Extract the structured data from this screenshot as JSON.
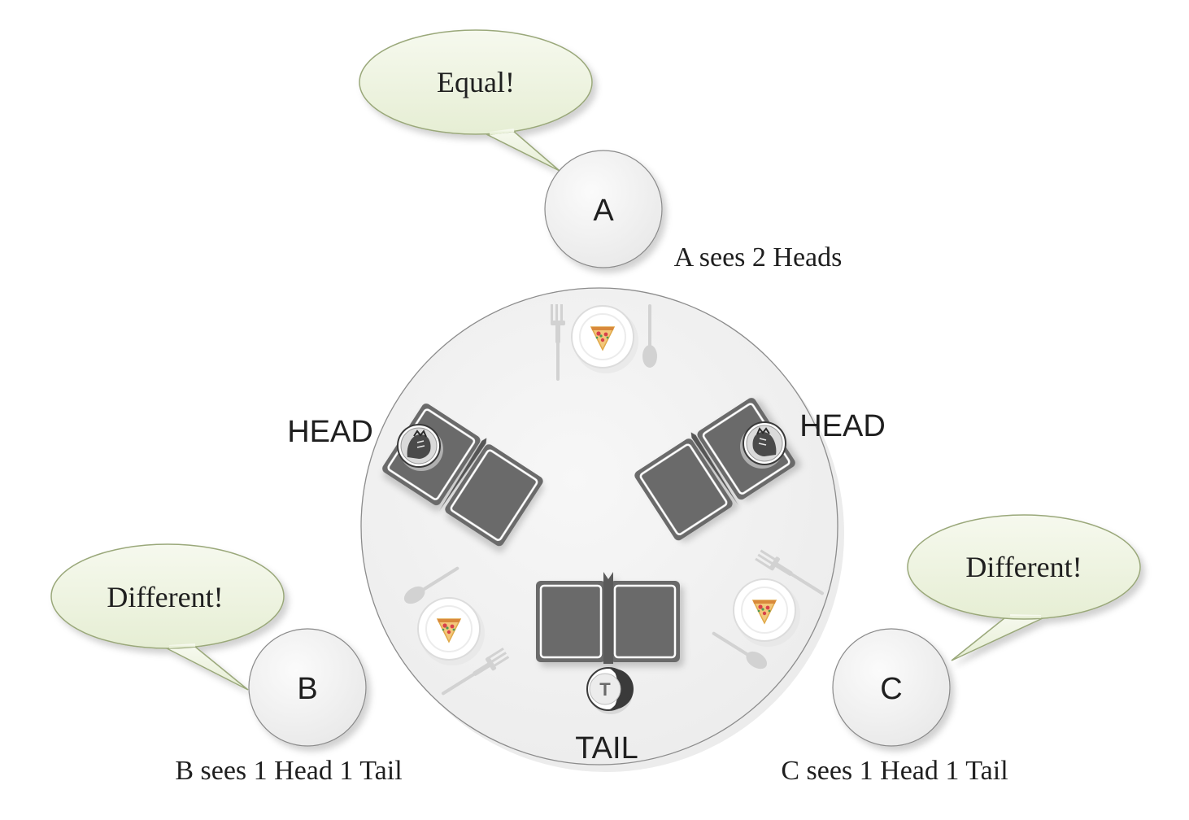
{
  "people": {
    "a": {
      "label": "A",
      "sees": "A sees 2 Heads",
      "speech": "Equal!"
    },
    "b": {
      "label": "B",
      "sees": "B sees 1 Head 1 Tail",
      "speech": "Different!"
    },
    "c": {
      "label": "C",
      "sees": "C sees 1 Head 1 Tail",
      "speech": "Different!"
    }
  },
  "coins": {
    "left": {
      "state": "HEAD"
    },
    "right": {
      "state": "HEAD"
    },
    "bottom": {
      "state": "TAIL",
      "face_letter": "T"
    }
  },
  "colors": {
    "bubble_fill": "#f0f5e4",
    "bubble_stroke": "#9aa87a",
    "circle_fill": "#f2f2f2",
    "table_fill": "#f3f3f3",
    "menu_fill": "#6b6b6b",
    "coin_dark": "#3a3a3a"
  }
}
